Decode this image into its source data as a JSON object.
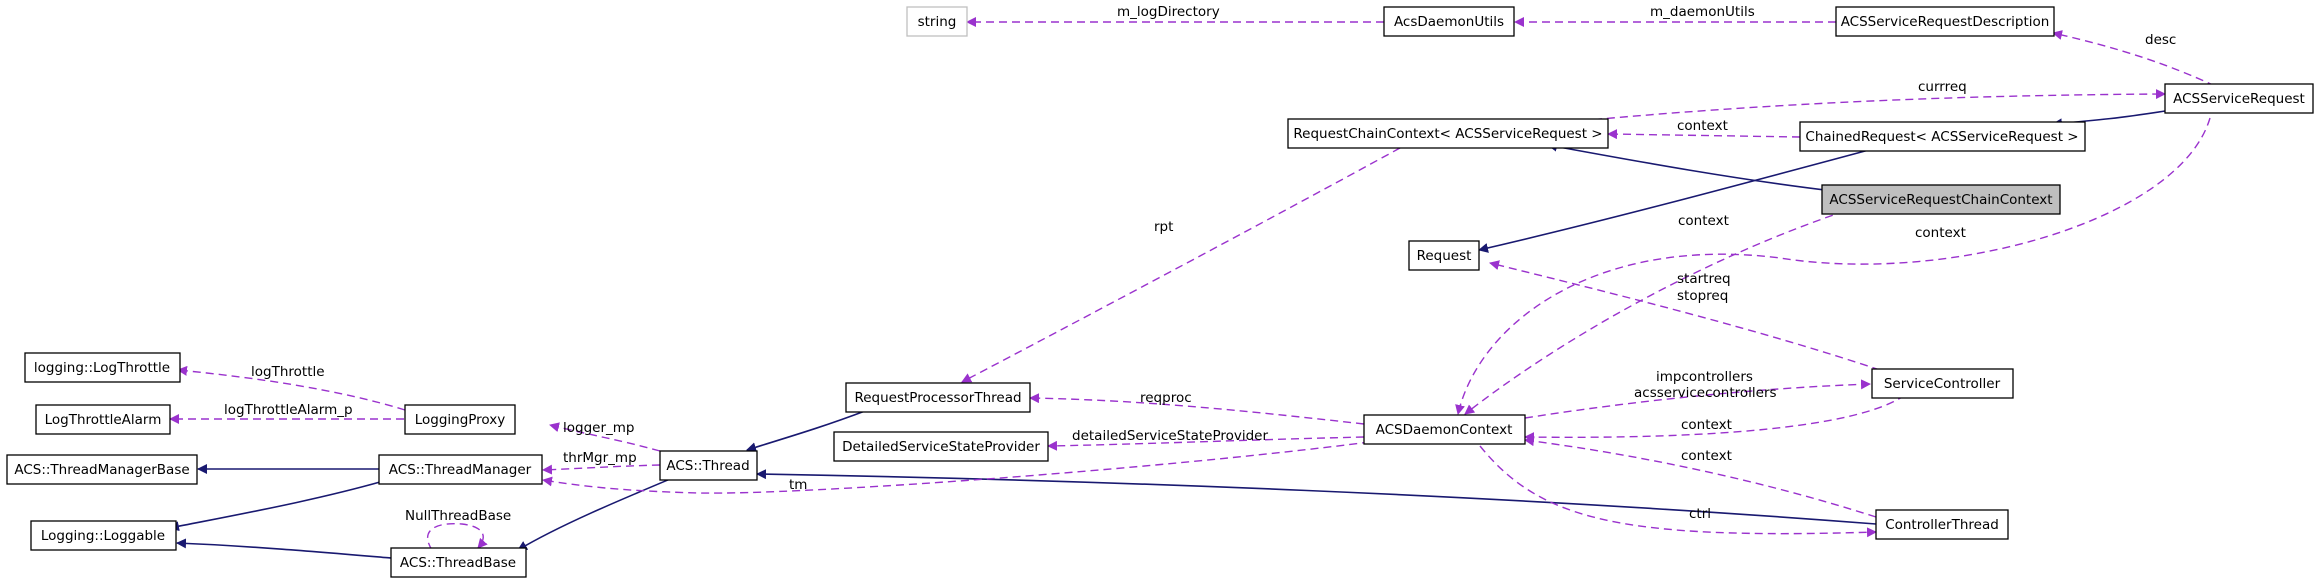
{
  "nodes": {
    "string": "string",
    "acs_daemon_utils": "AcsDaemonUtils",
    "acs_service_request_description": "ACSServiceRequestDescription",
    "acs_service_request": "ACSServiceRequest",
    "request_chain_context": "RequestChainContext< ACSServiceRequest >",
    "chained_request": "ChainedRequest< ACSServiceRequest >",
    "acs_service_request_chain_context": "ACSServiceRequestChainContext",
    "request": "Request",
    "logging_log_throttle": "logging::LogThrottle",
    "log_throttle_alarm": "LogThrottleAlarm",
    "logging_proxy": "LoggingProxy",
    "request_processor_thread": "RequestProcessorThread",
    "service_controller": "ServiceController",
    "acs_thread_manager_base": "ACS::ThreadManagerBase",
    "acs_thread_manager": "ACS::ThreadManager",
    "acs_thread": "ACS::Thread",
    "detailed_service_state_provider": "DetailedServiceStateProvider",
    "acs_daemon_context": "ACSDaemonContext",
    "logging_loggable": "Logging::Loggable",
    "acs_thread_base": "ACS::ThreadBase",
    "controller_thread": "ControllerThread"
  },
  "edge_labels": {
    "m_log_directory": "m_logDirectory",
    "m_daemon_utils": "m_daemonUtils",
    "desc": "desc",
    "currreq": "currreq",
    "context_chained": "context",
    "rpt": "rpt",
    "context_chain": "context",
    "context_request": "context",
    "startreq": "startreq",
    "stopreq": "stopreq",
    "log_throttle": "logThrottle",
    "log_throttle_alarm_p": "logThrottleAlarm_p",
    "reqproc": "reqproc",
    "impcontrollers": "impcontrollers",
    "acsservicecontrollers": "acsservicecontrollers",
    "logger_mp": "logger_mp",
    "detailed_service_state_provider": "detailedServiceStateProvider",
    "context_service_controller": "context",
    "thr_mgr_mp": "thrMgr_mp",
    "tm": "tm",
    "context_controller_thread": "context",
    "null_thread_base": "NullThreadBase",
    "ctrl": "ctrl"
  },
  "colors": {
    "inheritance": "#191970",
    "usage": "#9a32cd",
    "focus_fill": "#bfbfbf",
    "external_border": "#bfbfbf"
  }
}
